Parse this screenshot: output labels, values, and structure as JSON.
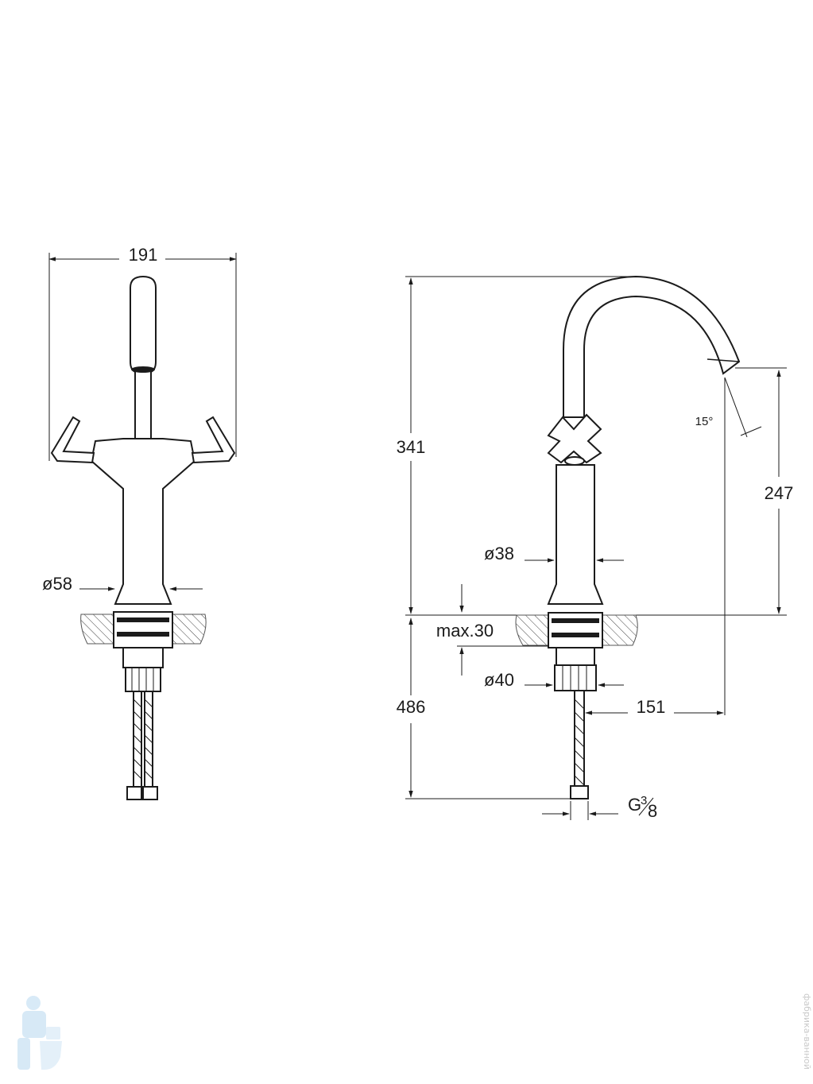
{
  "front_view": {
    "width_label": "191",
    "diameter_label": "ø58"
  },
  "side_view": {
    "height_label": "341",
    "spout_height_label": "247",
    "angle_label": "15°",
    "body_diameter_label": "ø38",
    "deck_thickness_label": "max.30",
    "shank_diameter_label": "ø40",
    "hose_length_label": "486",
    "reach_label": "151",
    "thread_label_prefix": "G",
    "thread_label_num": "3",
    "thread_label_den": "8"
  },
  "watermark": {
    "side_text": "фабрика-ванной"
  },
  "colors": {
    "line": "#1b1b1b",
    "watermark": "#b8d8f0"
  }
}
